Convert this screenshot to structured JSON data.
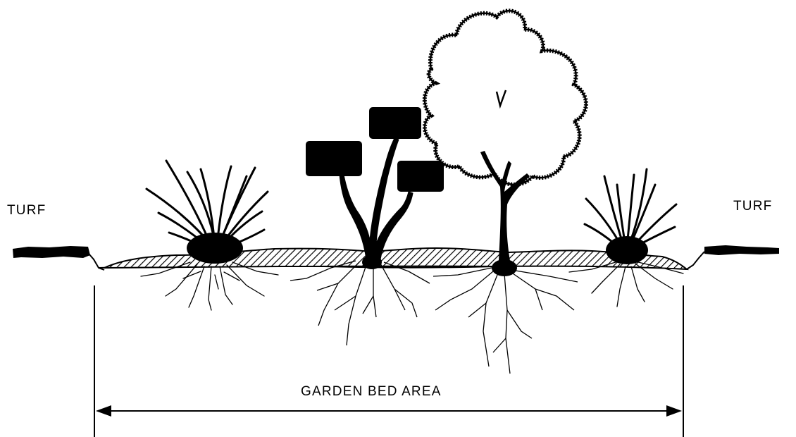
{
  "labels": {
    "turf_left": "TURF",
    "turf_right": "TURF",
    "garden_bed_area": "GARDEN BED AREA"
  },
  "colors": {
    "ink": "#000000",
    "paper": "#ffffff"
  },
  "icons": {
    "grass_left": "ornamental-grass-icon",
    "topiary": "cloud-pruned-shrub-icon",
    "tree": "deciduous-tree-icon",
    "grass_right": "ornamental-grass-icon",
    "dimension": "double-arrow-dimension-icon"
  }
}
